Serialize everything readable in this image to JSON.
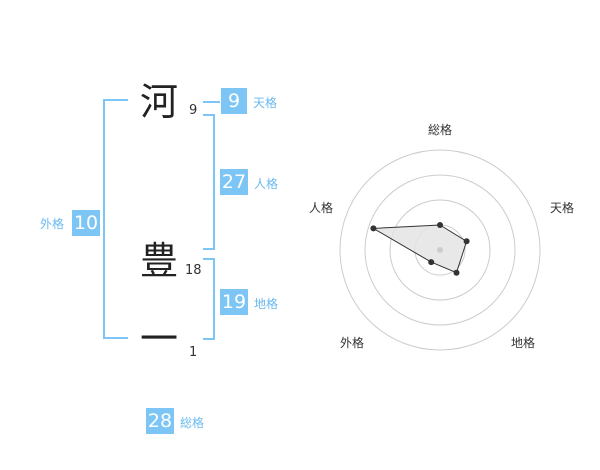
{
  "name": {
    "chars": [
      {
        "char": "河",
        "strokes": "9"
      },
      {
        "char": "豊",
        "strokes": "18"
      },
      {
        "char": "一",
        "strokes": "1"
      }
    ]
  },
  "kakusu": {
    "tenkaku": {
      "value": "9",
      "label": "天格"
    },
    "jinkaku": {
      "value": "27",
      "label": "人格"
    },
    "chikaku": {
      "value": "19",
      "label": "地格"
    },
    "gaikaku": {
      "value": "10",
      "label": "外格"
    },
    "soukaku": {
      "value": "28",
      "label": "総格"
    }
  },
  "chart_data": {
    "type": "radar",
    "axes": [
      "総格",
      "天格",
      "地格",
      "外格",
      "人格"
    ],
    "rings": 4,
    "values": [
      0.25,
      0.28,
      0.28,
      0.15,
      0.7
    ],
    "colors": {
      "accent": "#7cc5f5",
      "ring": "#cccccc",
      "fill": "#e4e4e4",
      "point": "#333333"
    }
  }
}
